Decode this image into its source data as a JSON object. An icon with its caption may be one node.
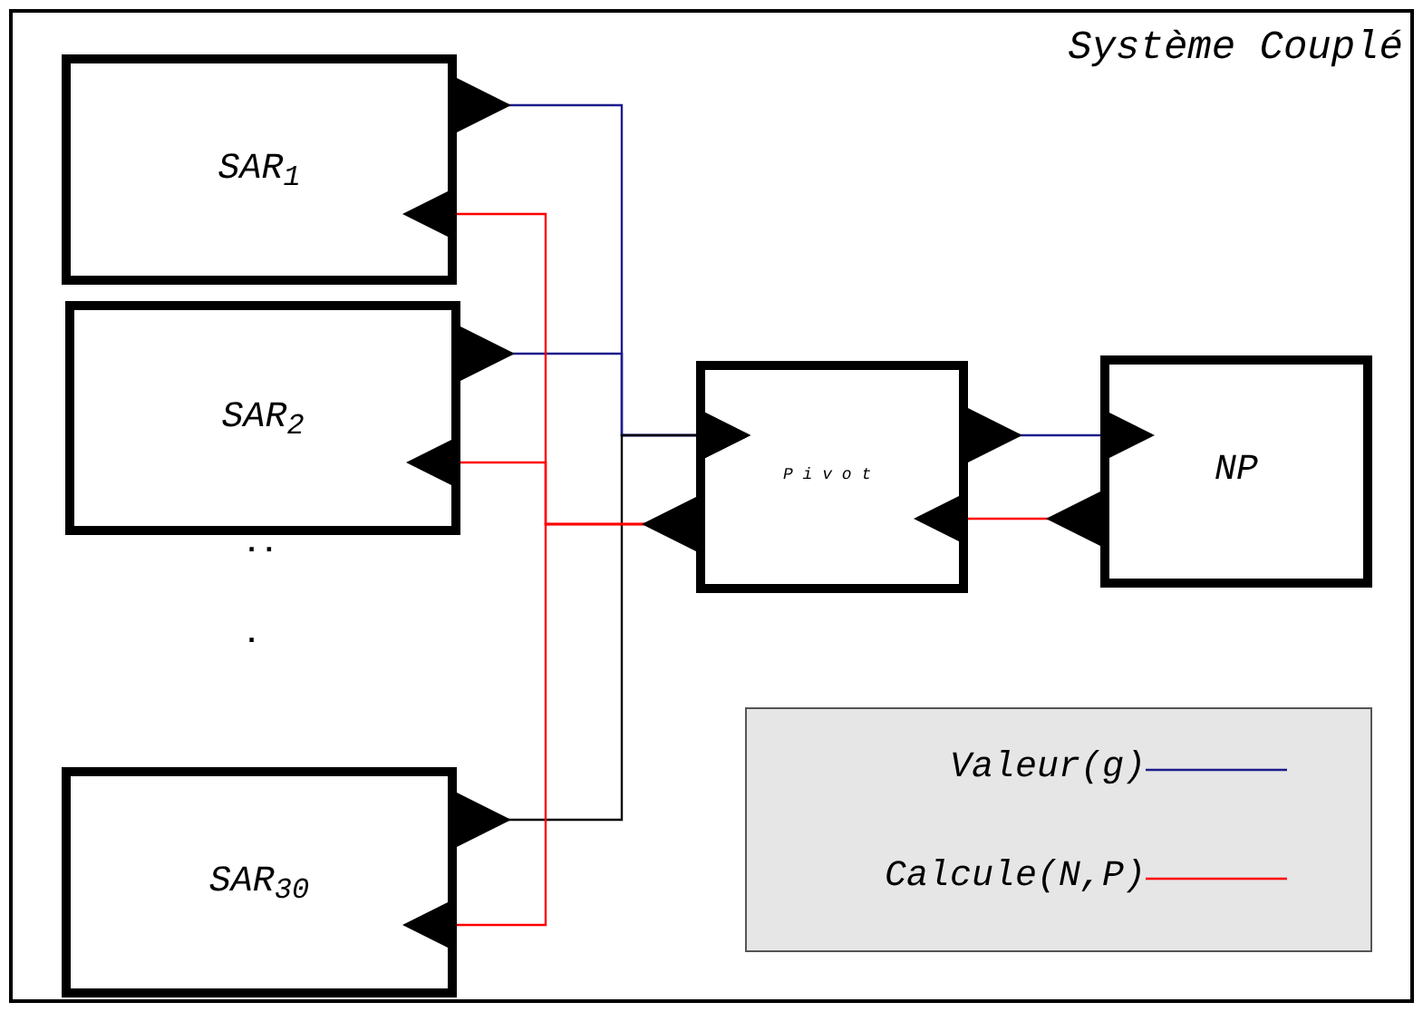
{
  "diagram": {
    "nodes": [
      {
        "text": [
          "Système Couplé"
        ]
      },
      {
        "text": [
          "SAR$_{1}$"
        ],
        "in": 0
      },
      {
        "text": [
          "SAR$_{2}$"
        ],
        "in": 0
      },
      {
        "text": [
          "SAR$_{30}$"
        ],
        "in": 0
      },
      {
        "text": [
          "Pivot"
        ],
        "in": 0
      },
      {
        "text": [
          "NP"
        ],
        "in": 0
      }
    ],
    "edges": [
      {
        "from": 1,
        "to": 4,
        "arrow": "to",
        "color": "#1c1c8c"
      },
      {
        "from": 2,
        "to": 4,
        "arrow": "to",
        "color": "#1c1c8c"
      },
      {
        "from": 3,
        "to": 4,
        "arrow": "to",
        "color": "#000000"
      },
      {
        "from": 4,
        "to": 1,
        "arrow": "to",
        "color": "#ff0000"
      },
      {
        "from": 4,
        "to": 2,
        "arrow": "to",
        "color": "#ff0000"
      },
      {
        "from": 4,
        "to": 3,
        "arrow": "to",
        "color": "#ff0000"
      },
      {
        "from": 4,
        "to": 5,
        "arrow": "to",
        "color": "#1c1c8c"
      },
      {
        "from": 5,
        "to": 4,
        "arrow": "to",
        "color": "#ff0000"
      }
    ],
    "labels": [
      "..",
      "."
    ],
    "legend": [
      {
        "text": "Valeur(g)"
      },
      {
        "text": "Calcule(N,P)"
      }
    ]
  }
}
